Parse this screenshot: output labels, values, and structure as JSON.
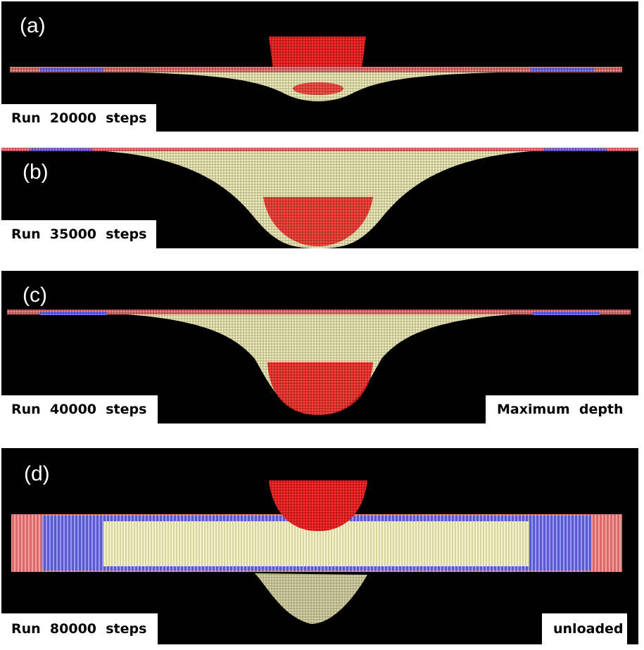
{
  "panels": [
    {
      "tag": "(a)",
      "steps": "Run  20000  steps"
    },
    {
      "tag": "(b)",
      "steps": "Run  35000  steps"
    },
    {
      "tag": "(c)",
      "steps": "Run  40000  steps",
      "state": "Maximum  depth"
    },
    {
      "tag": "(d)",
      "steps": "Run  80000  steps",
      "state": "unloaded"
    }
  ],
  "colors": {
    "background": "#000000",
    "indenter": "#e01818",
    "membrane_edge": "#e07070",
    "clamp": "#6a6ad8",
    "substrate": "#e8e4b0"
  }
}
